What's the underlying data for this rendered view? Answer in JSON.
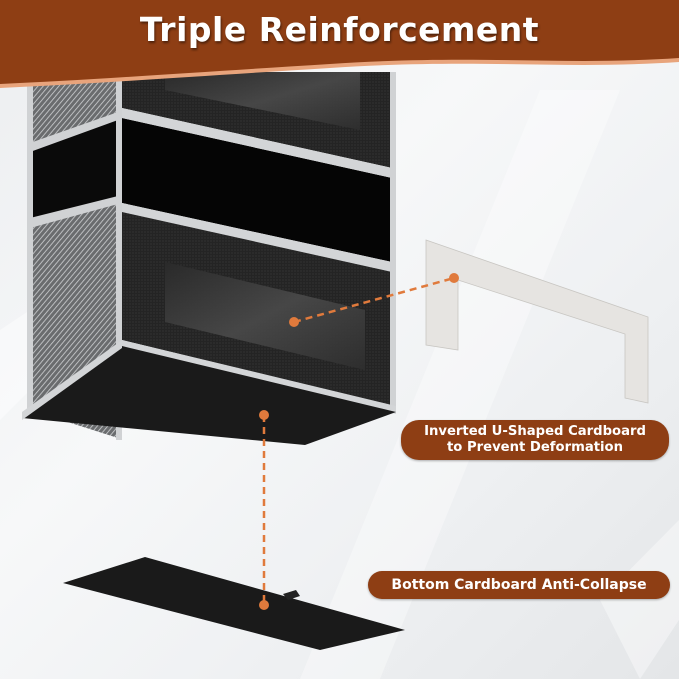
{
  "header": {
    "title": "Triple Reinforcement",
    "band_color": "#8e3e14",
    "edge_color": "#e8a47c"
  },
  "callouts": [
    {
      "id": "u-shaped",
      "line1": "Inverted U-Shaped Cardboard",
      "line2": "to Prevent Deformation"
    },
    {
      "id": "bottom",
      "label": "Bottom Cardboard Anti-Collapse"
    }
  ],
  "colors": {
    "accent_orange": "#e07a3c",
    "pill_brown": "#8e3e14",
    "product_black": "#1c1c1c",
    "trim_gray": "#c9cbcd",
    "cardboard_white": "#e6e4e1"
  }
}
